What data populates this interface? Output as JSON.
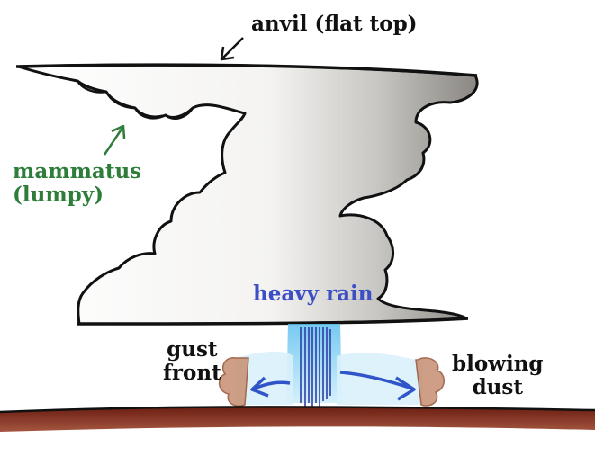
{
  "labels": {
    "anvil": "anvil (flat top)",
    "mammatus_line1": "mammatus",
    "mammatus_line2": "(lumpy)",
    "heavy_rain": "heavy rain",
    "gust_line1": "gust",
    "gust_line2": "front",
    "dust_line1": "blowing",
    "dust_line2": "dust"
  },
  "colors": {
    "outline": "#111111",
    "cloud_shade": "#8a8783",
    "mammatus_text": "#2e7d3a",
    "rain_text": "#3d4fc4",
    "rain_shaft": "#8fd3f0",
    "outflow_arrow": "#2f55c9",
    "dust": "#b57d5f",
    "ground": "#7a2a1a"
  }
}
